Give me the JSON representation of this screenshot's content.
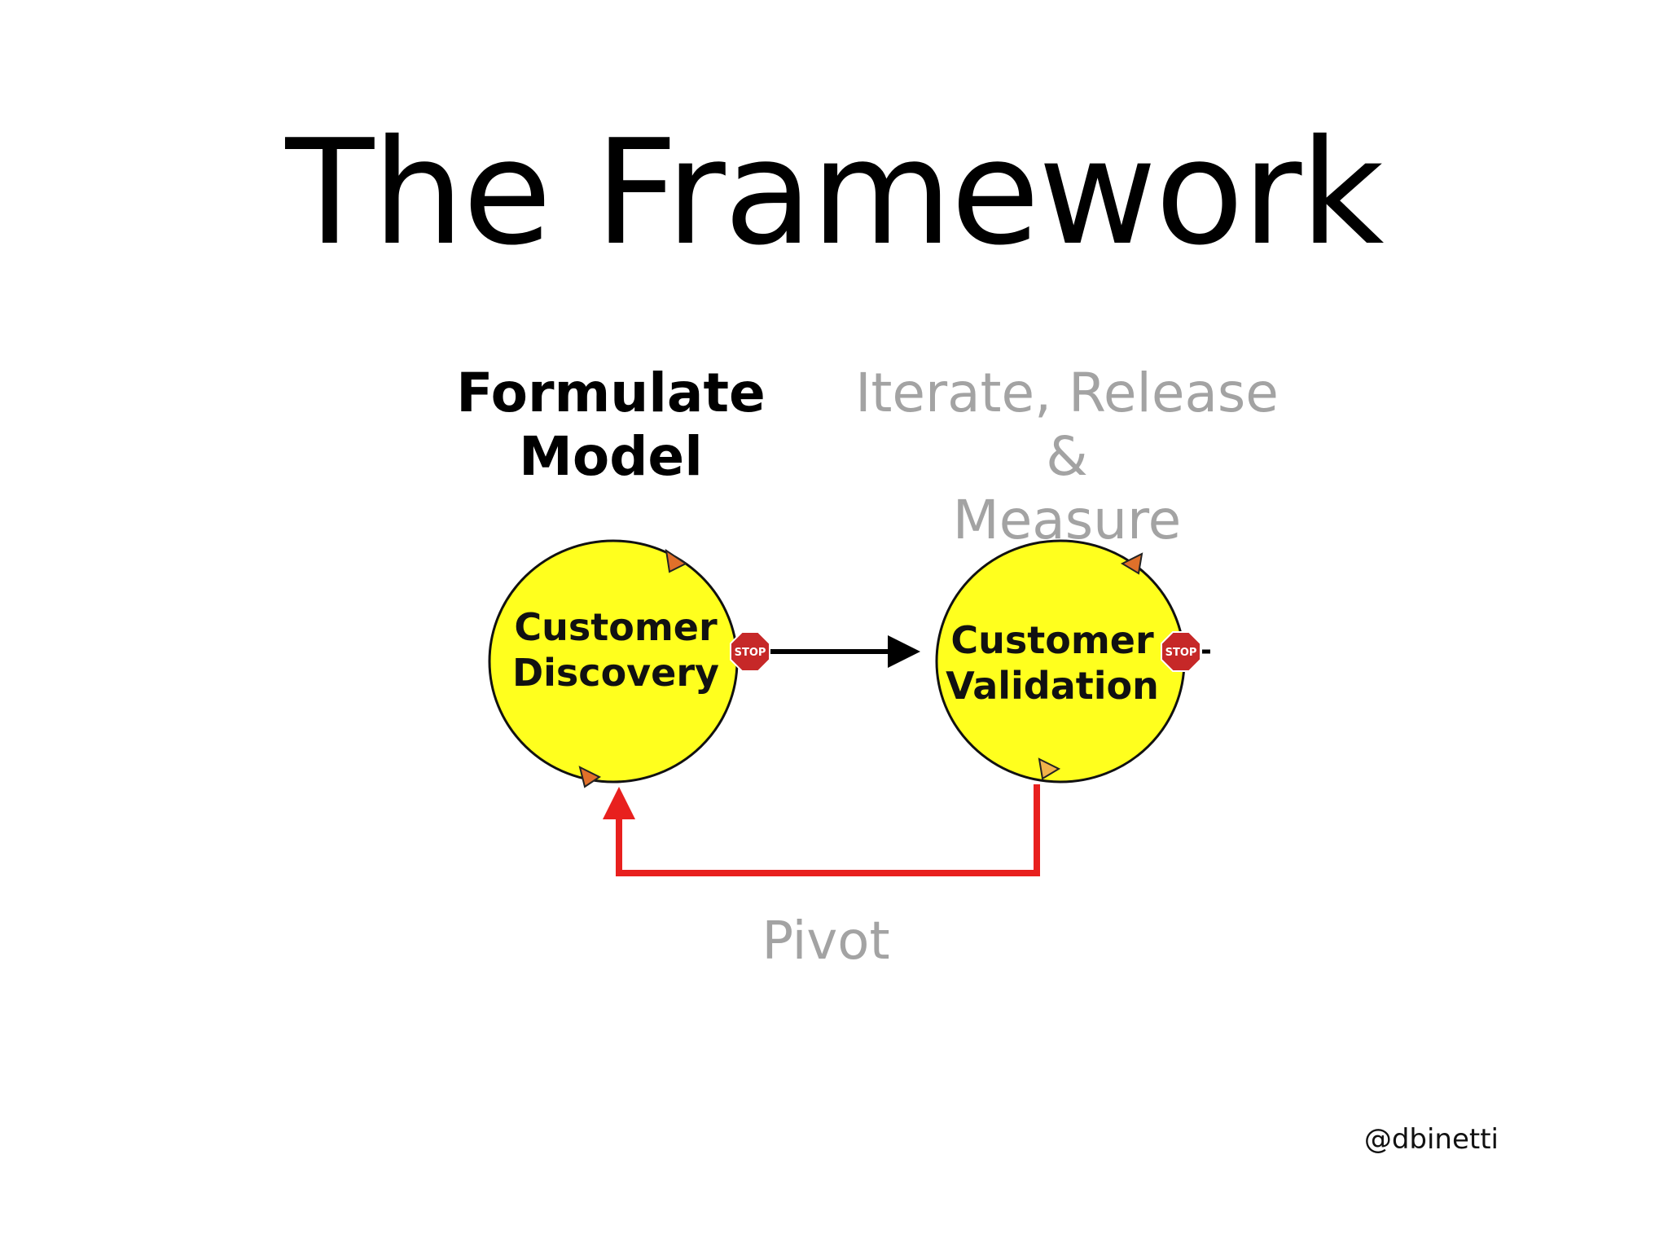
{
  "slide": {
    "title": "The Framework",
    "phase_left": "Formulate\nModel",
    "phase_right": "Iterate, Release &\nMeasure",
    "pivot": "Pivot",
    "handle": "@dbinetti"
  },
  "diagram": {
    "node_left": {
      "line1": "Customer",
      "line2": "Discovery"
    },
    "node_right": {
      "line1": "Customer",
      "line2": "Validation"
    },
    "stop_sign_text": "STOP",
    "colors": {
      "circle_fill": "#ffff1e",
      "circle_stroke": "#111111",
      "forward_arrow": "#000000",
      "pivot_arrow": "#e8201e",
      "stop_sign": "#c62828",
      "cycle_marker": "#e0702a",
      "muted_text": "#a3a3a3"
    }
  }
}
